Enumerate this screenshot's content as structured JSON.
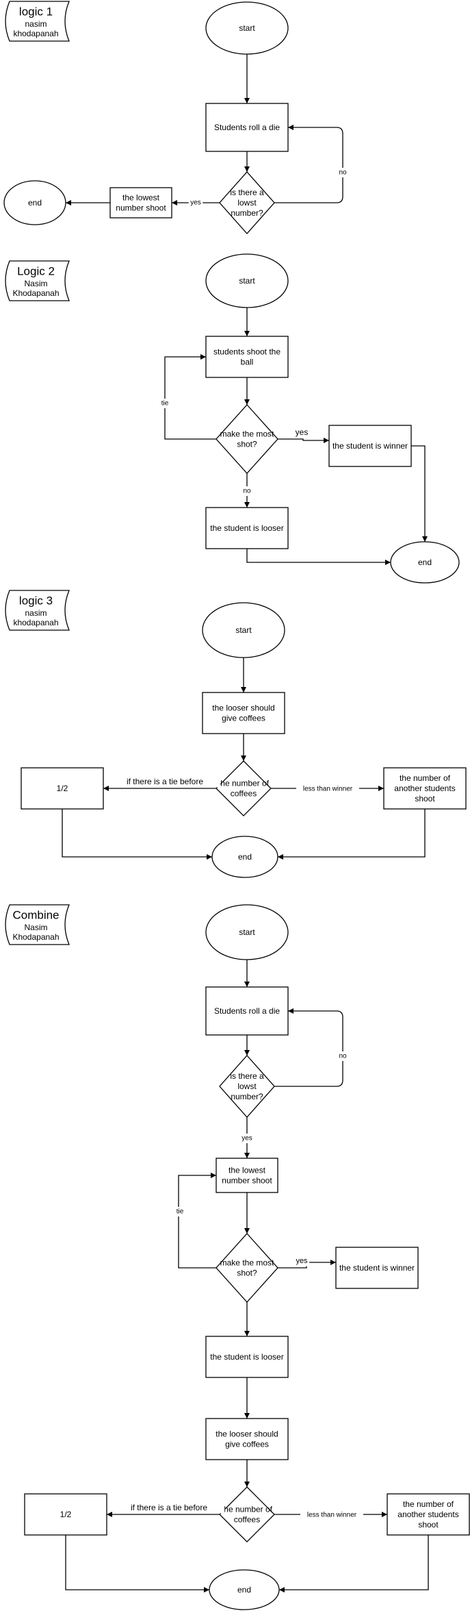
{
  "sections": [
    {
      "tag": {
        "title": "logic 1",
        "author_first": "nasim",
        "author_last": "khodapanah"
      },
      "nodes": {
        "start": "start",
        "roll": "Students roll a die",
        "decision_lines": [
          "is there a",
          "lowst",
          "number?"
        ],
        "shoot": [
          "the lowest",
          "number shoot"
        ],
        "end": "end"
      },
      "edges": {
        "no": "no",
        "yes": "yes"
      }
    },
    {
      "tag": {
        "title": "Logic 2",
        "author_first": "Nasim",
        "author_last": "Khodapanah"
      },
      "nodes": {
        "start": "start",
        "shoot": [
          "students shoot the",
          "ball"
        ],
        "decision_lines": [
          "make the most",
          "shot?"
        ],
        "winner": "the student is winner",
        "looser": "the student is looser",
        "end": "end"
      },
      "edges": {
        "tie": "tie",
        "yes": "yes",
        "no": "no"
      }
    },
    {
      "tag": {
        "title": "logic 3",
        "author_first": "nasim",
        "author_last": "khodapanah"
      },
      "nodes": {
        "start": "start",
        "give": [
          "the looser should",
          "give coffees"
        ],
        "decision_lines": [
          "the number of",
          "coffees"
        ],
        "half": "1/2",
        "another": [
          "the number of",
          "another students",
          "shoot"
        ],
        "end": "end"
      },
      "edges": {
        "tie_before": "if there is a tie before",
        "less": "less than winner"
      }
    },
    {
      "tag": {
        "title": "Combine",
        "author_first": "Nasim",
        "author_last": "Khodapanah"
      },
      "nodes": {
        "start": "start",
        "roll": "Students roll a die",
        "decision1_lines": [
          "is there a",
          "lowst",
          "number?"
        ],
        "lowest": [
          "the lowest",
          "number shoot"
        ],
        "decision2_lines": [
          "make the most",
          "shot?"
        ],
        "winner": "the student is winner",
        "looser": "the student is looser",
        "give": [
          "the looser should",
          "give coffees"
        ],
        "decision3_lines": [
          "the number of",
          "coffees"
        ],
        "half": "1/2",
        "another": [
          "the number of",
          "another students",
          "shoot"
        ],
        "end": "end"
      },
      "edges": {
        "no": "no",
        "yes": "yes",
        "tie": "tie",
        "yes2": "yes",
        "tie_before": "if there is a tie before",
        "less": "less than winner"
      }
    }
  ]
}
